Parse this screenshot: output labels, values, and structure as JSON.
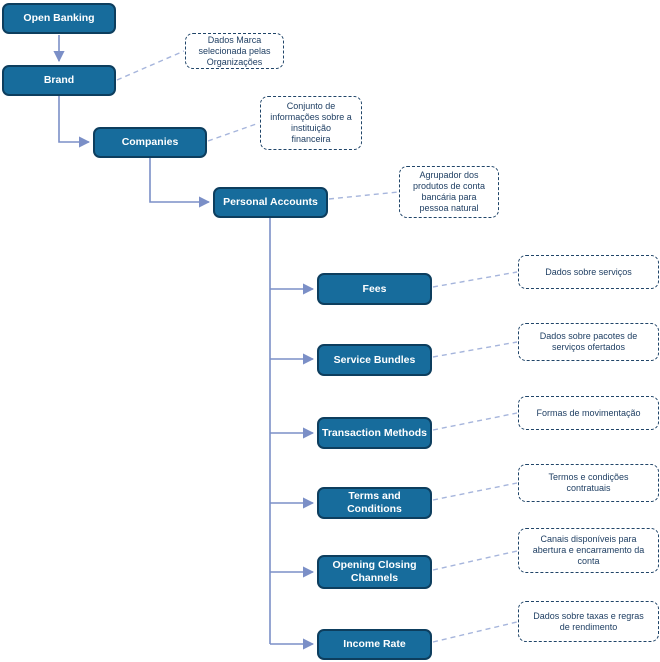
{
  "colors": {
    "node_fill": "#176C9C",
    "node_border": "#0D3E5E",
    "node_text": "#FFFFFF",
    "solid_connector": "#7B8FC7",
    "dashed_connector": "#A6B5DC",
    "note_border": "#1F4468",
    "note_text": "#1F3F63",
    "background": "#FFFFFF"
  },
  "nodes": [
    {
      "id": "open-banking",
      "label": "Open Banking"
    },
    {
      "id": "brand",
      "label": "Brand"
    },
    {
      "id": "companies",
      "label": "Companies"
    },
    {
      "id": "personal-accounts",
      "label": "Personal Accounts"
    },
    {
      "id": "fees",
      "label": "Fees"
    },
    {
      "id": "service-bundles",
      "label": "Service Bundles"
    },
    {
      "id": "transaction-methods",
      "label": "Transaction Methods"
    },
    {
      "id": "terms-and-conditions",
      "label": "Terms and Conditions"
    },
    {
      "id": "opening-closing-channels",
      "label": "Opening Closing Channels"
    },
    {
      "id": "income-rate",
      "label": "Income Rate"
    }
  ],
  "annotations": [
    {
      "for": "brand",
      "text": "Dados Marca\nselecionada pelas\nOrganizações"
    },
    {
      "for": "companies",
      "text": "Conjunto de\ninformações sobre a\ninstituição\nfinanceira"
    },
    {
      "for": "personal-accounts",
      "text": "Agrupador dos\nprodutos de conta\nbancária para\npessoa natural"
    },
    {
      "for": "fees",
      "text": "Dados sobre serviços"
    },
    {
      "for": "service-bundles",
      "text": "Dados sobre pacotes de\nserviços ofertados"
    },
    {
      "for": "transaction-methods",
      "text": "Formas de movimentação"
    },
    {
      "for": "terms-and-conditions",
      "text": "Termos e condições\ncontratuais"
    },
    {
      "for": "opening-closing-channels",
      "text": "Canais disponíveis para\nabertura e encarramento da\nconta"
    },
    {
      "for": "income-rate",
      "text": "Dados sobre taxas e regras\nde rendimento"
    }
  ]
}
